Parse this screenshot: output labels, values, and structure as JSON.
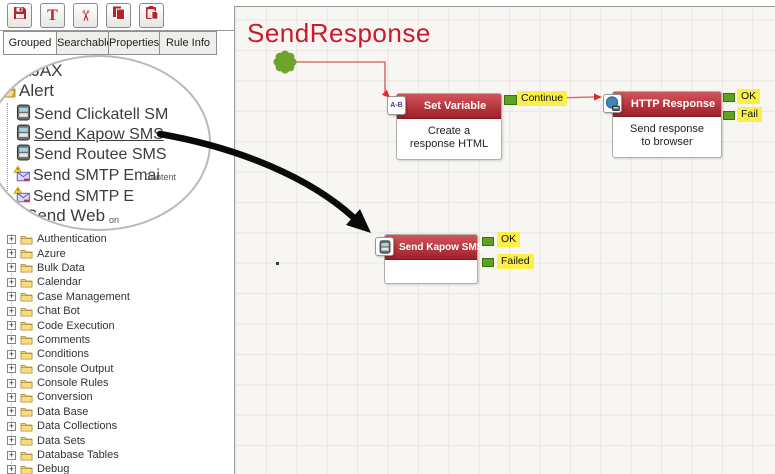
{
  "toolbar": {
    "buttons": [
      {
        "name": "save"
      },
      {
        "name": "text"
      },
      {
        "name": "cut"
      },
      {
        "name": "copy"
      },
      {
        "name": "paste"
      }
    ],
    "text_glyph": "T",
    "cut_glyph": "✂"
  },
  "tabs": {
    "items": [
      {
        "label": "Grouped",
        "active": true
      },
      {
        "label": "Searchable",
        "active": false
      },
      {
        "label": "Properties",
        "active": false
      },
      {
        "label": "Rule Info",
        "active": false
      }
    ]
  },
  "magnifier": {
    "category_top": "AJAX",
    "category_open": "Alert",
    "items": [
      {
        "label": "Send Clickatell SM",
        "icon": "sms-phone-icon",
        "underlined": false
      },
      {
        "label": "Send Kapow SMS",
        "icon": "sms-phone-icon",
        "underlined": true
      },
      {
        "label": "Send Routee SMS",
        "icon": "sms-phone-icon",
        "underlined": false
      },
      {
        "label": "Send SMTP Emai",
        "icon": "smtp-email-icon",
        "underlined": false
      },
      {
        "label": "Send SMTP E",
        "icon": "smtp-email-icon",
        "underlined": false
      }
    ],
    "partial_item": "Send Web",
    "fragments": {
      "content": "l Content",
      "web_suffix": "on",
      "expander": "+"
    }
  },
  "tree": {
    "expander": "+",
    "items": [
      "Authentication",
      "Azure",
      "Bulk Data",
      "Calendar",
      "Case Management",
      "Chat Bot",
      "Code Execution",
      "Comments",
      "Conditions",
      "Console Output",
      "Console Rules",
      "Conversion",
      "Data Base",
      "Data Collections",
      "Data Sets",
      "Database Tables",
      "Debug"
    ]
  },
  "canvas": {
    "title": "SendResponse",
    "nodes": [
      {
        "title": "Set Variable",
        "icon_text": "A-B",
        "body_line1": "Create a",
        "body_line2": "response HTML"
      },
      {
        "title": "HTTP Response",
        "icon": "globe-icon",
        "body_line1": "Send response",
        "body_line2": "to browser"
      },
      {
        "title": "Send Kapow SMS",
        "icon": "sms-phone-icon",
        "body_line1": "",
        "body_line2": ""
      }
    ],
    "labels": {
      "continue": "Continue",
      "http_ok": "OK",
      "http_fail": "Fail",
      "kapow_ok": "OK",
      "kapow_failed": "Failed"
    }
  },
  "colors": {
    "accent_red": "#b5232f",
    "node_header_red": "#b02a33",
    "connector_green": "#5ea31e",
    "label_yellow": "#fbf04a",
    "title_red": "#c81a2b",
    "flow_line_red": "#e07070",
    "start_node_green": "#6da32a"
  }
}
